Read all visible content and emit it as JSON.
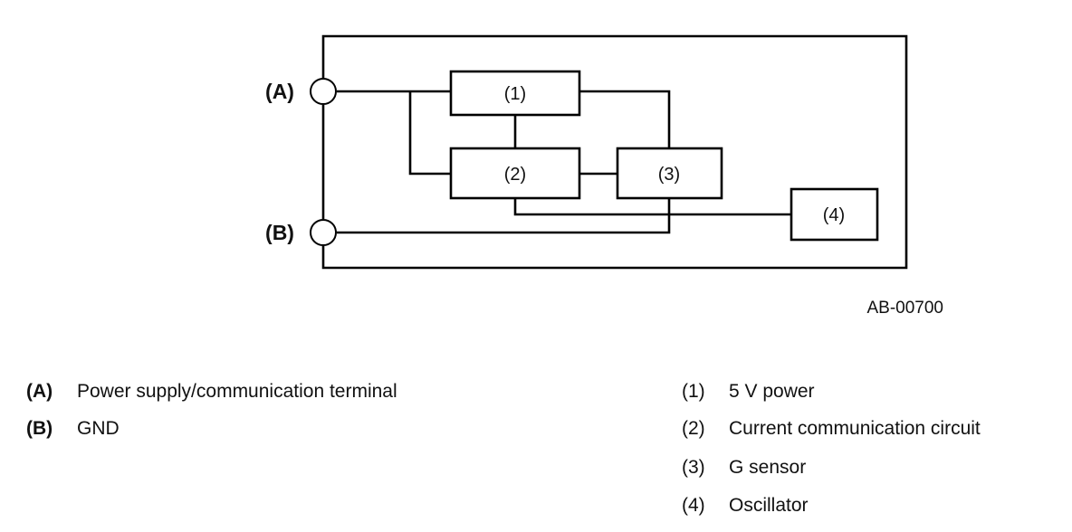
{
  "diagram": {
    "terminals": [
      {
        "id": "A",
        "label": "(A)"
      },
      {
        "id": "B",
        "label": "(B)"
      }
    ],
    "blocks": [
      {
        "id": "1",
        "label": "(1)"
      },
      {
        "id": "2",
        "label": "(2)"
      },
      {
        "id": "3",
        "label": "(3)"
      },
      {
        "id": "4",
        "label": "(4)"
      }
    ],
    "code": "AB-00700",
    "line_color": "#000000"
  },
  "legend": {
    "terminals": [
      {
        "key": "(A)",
        "text": "Power supply/communication terminal"
      },
      {
        "key": "(B)",
        "text": "GND"
      }
    ],
    "components": [
      {
        "key": "(1)",
        "text": "5 V power"
      },
      {
        "key": "(2)",
        "text": "Current communication circuit"
      },
      {
        "key": "(3)",
        "text": "G sensor"
      },
      {
        "key": "(4)",
        "text": "Oscillator"
      }
    ]
  }
}
